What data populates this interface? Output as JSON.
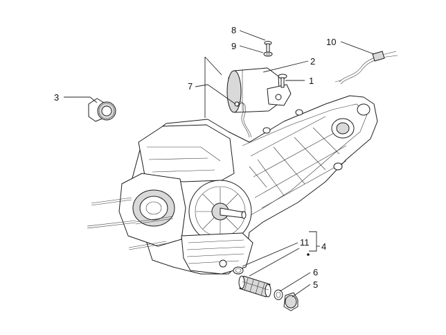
{
  "colors": {
    "ink": "#111111",
    "background": "#ffffff",
    "shade": "#d9d9d9"
  },
  "callouts": [
    {
      "id": "c1",
      "label": "1"
    },
    {
      "id": "c2",
      "label": "2"
    },
    {
      "id": "c3",
      "label": "3"
    },
    {
      "id": "c4",
      "label": "4"
    },
    {
      "id": "c5",
      "label": "5"
    },
    {
      "id": "c6",
      "label": "6"
    },
    {
      "id": "c7",
      "label": "7"
    },
    {
      "id": "c8",
      "label": "8"
    },
    {
      "id": "c9",
      "label": "9"
    },
    {
      "id": "c10",
      "label": "10"
    },
    {
      "id": "c11",
      "label": "11"
    }
  ]
}
